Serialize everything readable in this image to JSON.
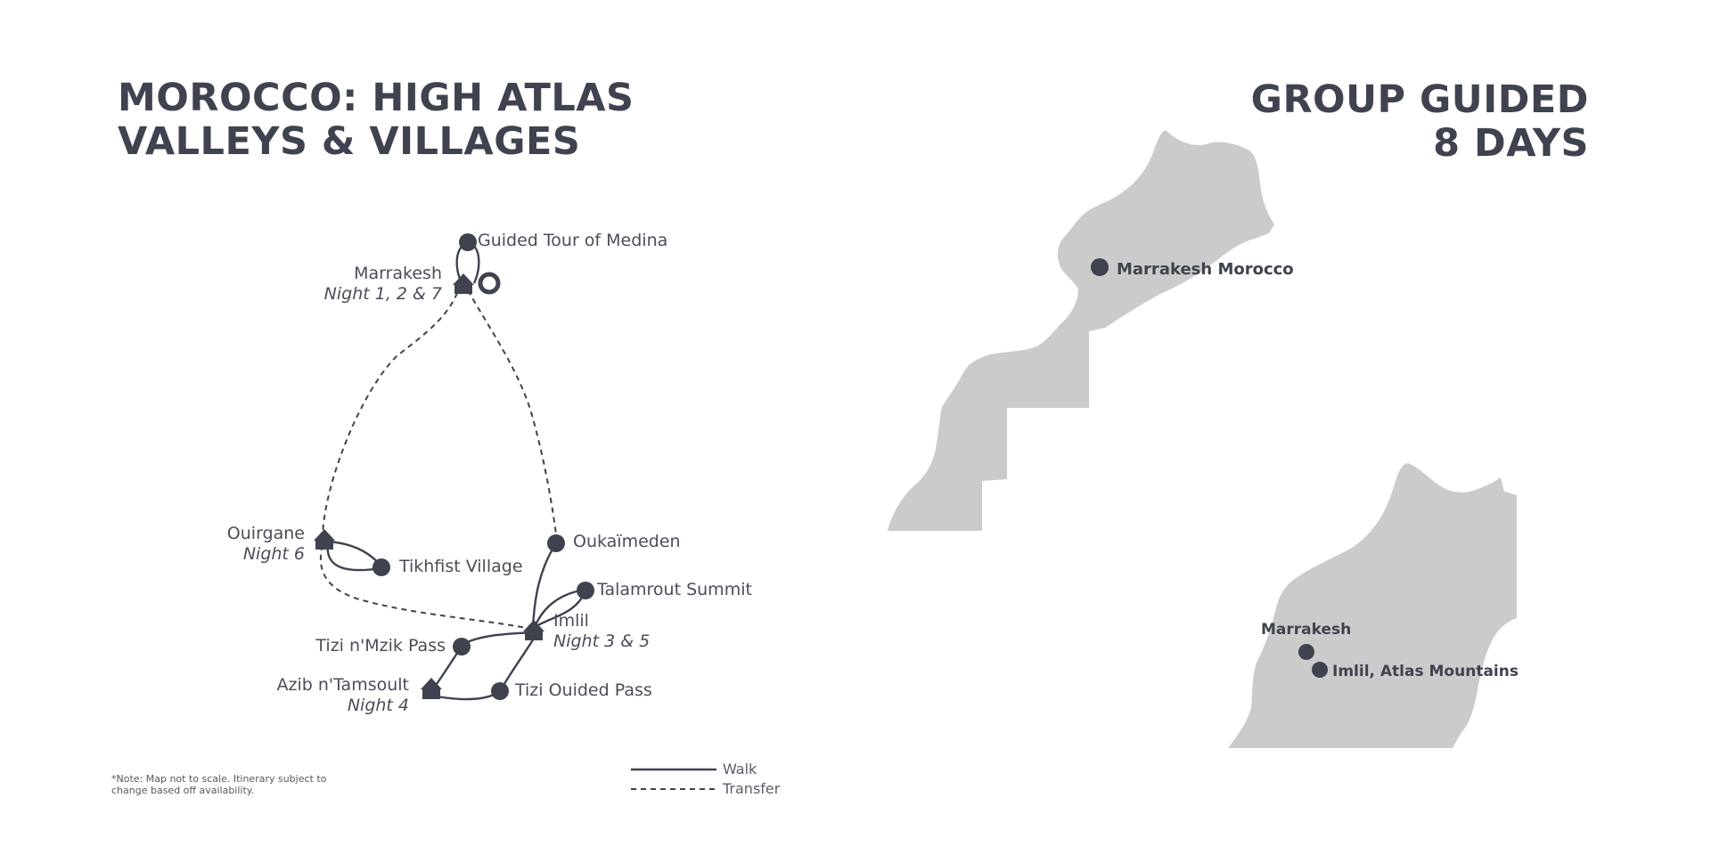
{
  "header": {
    "title_line1": "MOROCCO: HIGH ATLAS",
    "title_line2": "VALLEYS & VILLAGES",
    "subtitle_line1": "GROUP GUIDED",
    "subtitle_line2": "8 DAYS"
  },
  "route_map": {
    "places": {
      "medina": "Guided Tour of Medina",
      "marrakesh": "Marrakesh",
      "marrakesh_nights": "Night 1, 2 & 7",
      "oukaimeden": "Oukaïmeden",
      "ouirgane": "Ouirgane",
      "ouirgane_nights": "Night 6",
      "tikhfist": "Tikhfist Village",
      "talamrout": "Talamrout Summit",
      "imlil": "Imlil",
      "imlil_nights": "Night 3 & 5",
      "tizi_nmzik": "Tizi n'Mzik Pass",
      "azib": "Azib n'Tamsoult",
      "azib_nights": "Night 4",
      "tizi_ouided": "Tizi Ouided Pass"
    },
    "legend": {
      "walk": "Walk",
      "transfer": "Transfer"
    },
    "note_line1": "*Note: Map not to scale. Itinerary subject to",
    "note_line2": "change based off availability."
  },
  "locator_maps": {
    "country_label": "Marrakesh Morocco",
    "region_label_1": "Marrakesh",
    "region_label_2": "Imlil, Atlas Mountains"
  },
  "colors": {
    "ink": "#3f434f",
    "land": "#cbcbcb",
    "background": "#ffffff"
  },
  "icons": [
    "house-icon",
    "stop-dot-icon",
    "start-ring-icon"
  ]
}
